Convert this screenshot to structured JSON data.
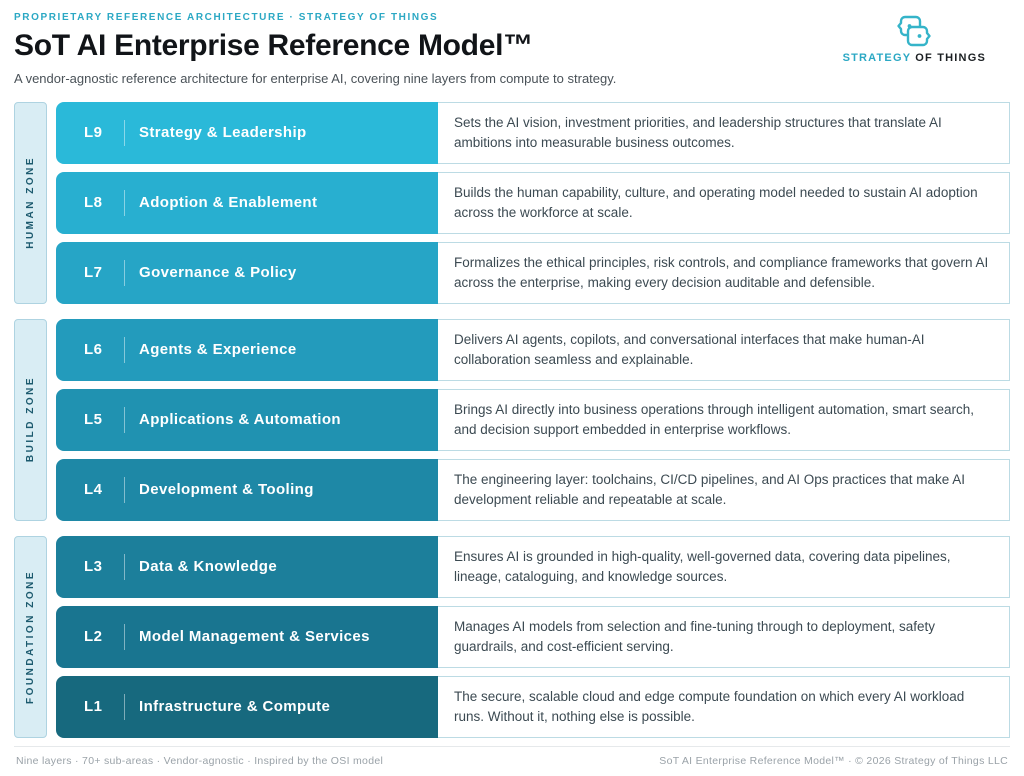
{
  "header": {
    "eyebrow": "PROPRIETARY REFERENCE ARCHITECTURE   ·   STRATEGY OF THINGS",
    "title": "SoT AI Enterprise Reference Model™",
    "subtitle": "A vendor-agnostic reference architecture for enterprise AI, covering nine layers from compute to strategy.",
    "logo": {
      "brand_primary": "STRATEGY",
      "brand_secondary": " OF THINGS",
      "icon_name": "strategy-of-things-logo",
      "icon_color": "#35b4c9"
    }
  },
  "colors": {
    "accent_teal": "#2ba8c4",
    "zone_strip_bg": "#d9edf4",
    "zone_strip_border": "#aed3e1",
    "zone_label_text": "#1c5a6e",
    "desc_border": "#bcdbe4",
    "desc_text": "#3c4a52"
  },
  "zones": [
    {
      "label": "HUMAN ZONE",
      "layers": [
        {
          "id": "L9",
          "name": "Strategy & Leadership",
          "color": "#2ab9d9",
          "description": "Sets the AI vision, investment priorities, and leadership structures that translate AI ambitions into measurable business outcomes."
        },
        {
          "id": "L8",
          "name": "Adoption & Enablement",
          "color": "#28afd0",
          "description": "Builds the human capability, culture, and operating model needed to sustain AI adoption across the workforce at scale."
        },
        {
          "id": "L7",
          "name": "Governance & Policy",
          "color": "#26a5c6",
          "description": "Formalizes the ethical principles, risk controls, and compliance frameworks that govern AI across the enterprise, making every decision auditable and defensible."
        }
      ]
    },
    {
      "label": "BUILD ZONE",
      "layers": [
        {
          "id": "L6",
          "name": "Agents & Experience",
          "color": "#239bbc",
          "description": "Delivers AI agents, copilots, and conversational interfaces that make human-AI collaboration seamless and explainable."
        },
        {
          "id": "L5",
          "name": "Applications & Automation",
          "color": "#2092b1",
          "description": "Brings AI directly into business operations through intelligent automation, smart search, and decision support embedded in enterprise workflows."
        },
        {
          "id": "L4",
          "name": "Development & Tooling",
          "color": "#1e88a6",
          "description": "The engineering layer: toolchains, CI/CD pipelines, and AI Ops practices that make AI development reliable and repeatable at scale."
        }
      ]
    },
    {
      "label": "FOUNDATION ZONE",
      "layers": [
        {
          "id": "L3",
          "name": "Data & Knowledge",
          "color": "#1c7f9b",
          "description": "Ensures AI is grounded in high-quality, well-governed data, covering data pipelines, lineage, cataloguing, and knowledge sources."
        },
        {
          "id": "L2",
          "name": "Model Management & Services",
          "color": "#197590",
          "description": "Manages AI models from selection and fine-tuning through to deployment, safety guardrails, and cost-efficient serving."
        },
        {
          "id": "L1",
          "name": "Infrastructure & Compute",
          "color": "#17697e",
          "description": "The secure, scalable cloud and edge compute foundation on which every AI workload runs. Without it, nothing else is possible."
        }
      ]
    }
  ],
  "footer": {
    "left": "Nine layers   ·   70+ sub-areas   ·   Vendor-agnostic   ·   Inspired by the OSI model",
    "right": "SoT AI Enterprise Reference Model™   ·   © 2026 Strategy of Things LLC"
  }
}
